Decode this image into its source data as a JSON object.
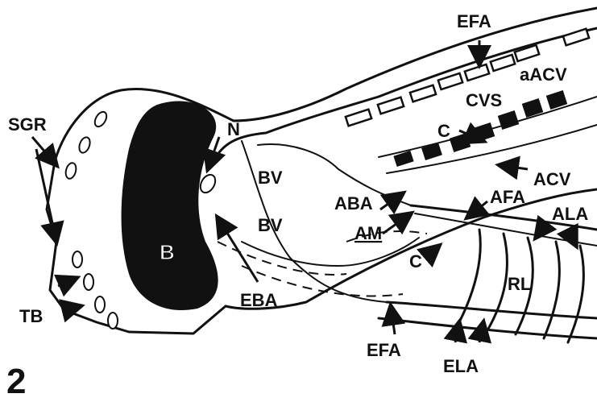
{
  "figure_number": "2",
  "labels": {
    "efa_top": "EFA",
    "avc": "aACV",
    "cvs": "CVS",
    "c_top": "C",
    "acv": "ACV",
    "afa": "AFA",
    "ala": "ALA",
    "sgr": "SGR",
    "n": "N",
    "bv_top": "BV",
    "bv_bottom": "BV",
    "aba": "ABA",
    "am": "AM",
    "c_mid": "C",
    "b": "B",
    "rl": "RL",
    "eba": "EBA",
    "tb": "TB",
    "efa_bottom": "EFA",
    "ela": "ELA"
  }
}
